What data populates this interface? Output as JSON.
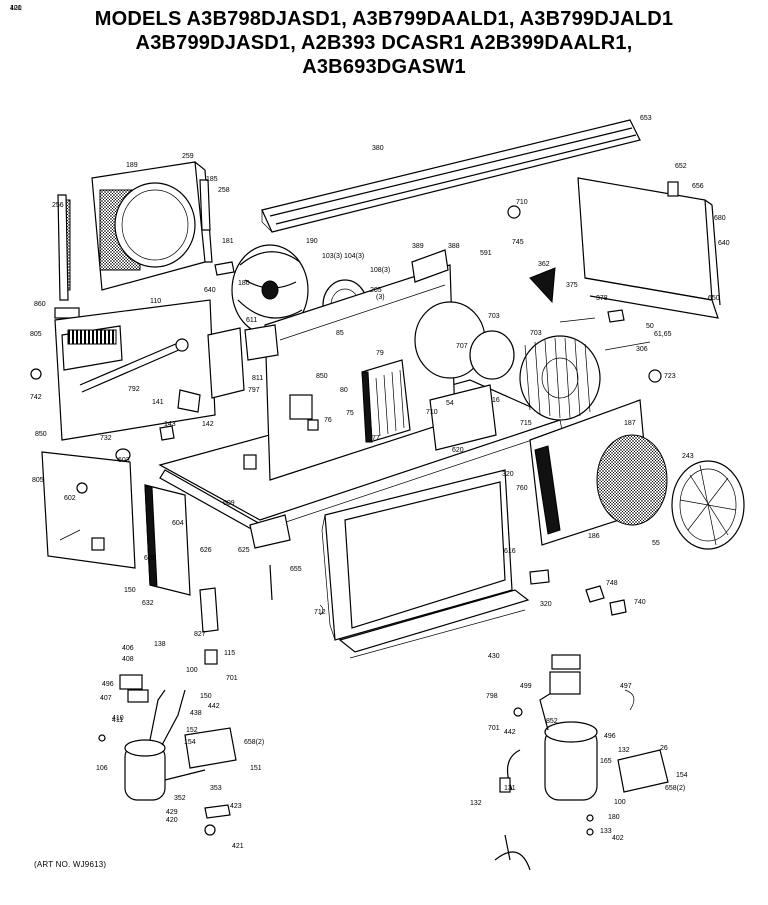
{
  "title": {
    "line1": "MODELS A3B798DJASD1, A3B799DAALD1, A3B799DJALD1",
    "line2": "A3B799DJASD1, A2B393  DCASR1 A2B399DAALR1,",
    "line3": "A3B693DGASW1"
  },
  "art_number": "(ART NO. WJ9613)",
  "labels": [
    "653",
    "380",
    "189",
    "259",
    "185",
    "258",
    "256",
    "181",
    "190",
    "103(3)",
    "104(3)",
    "108(3)",
    "205",
    "(3)",
    "389",
    "388",
    "591",
    "745",
    "710",
    "652",
    "656",
    "680",
    "640",
    "650",
    "860",
    "805",
    "110",
    "640",
    "180",
    "611",
    "85",
    "811",
    "703",
    "703",
    "707",
    "79",
    "362",
    "375",
    "378",
    "50",
    "61,65",
    "306",
    "723",
    "742",
    "792",
    "141",
    "142",
    "143",
    "797",
    "850",
    "80",
    "75",
    "76",
    "77",
    "54",
    "710",
    "16",
    "715",
    "187",
    "732",
    "850",
    "603",
    "620",
    "320",
    "760",
    "805",
    "602",
    "604",
    "609",
    "626",
    "625",
    "655",
    "150",
    "712",
    "616",
    "320",
    "827",
    "631",
    "632",
    "243",
    "186",
    "55",
    "748",
    "740",
    "406",
    "408",
    "138",
    "115",
    "100",
    "701",
    "496",
    "407",
    "438",
    "442",
    "150",
    "410",
    "411",
    "152",
    "154",
    "658(2)",
    "106",
    "151",
    "353",
    "352",
    "429",
    "420",
    "423",
    "421",
    "430",
    "798",
    "499",
    "497",
    "701",
    "442",
    "496",
    "852",
    "26",
    "132",
    "154",
    "132",
    "658(2)",
    "165",
    "131",
    "100",
    "180",
    "133",
    "402",
    "420",
    "101"
  ]
}
